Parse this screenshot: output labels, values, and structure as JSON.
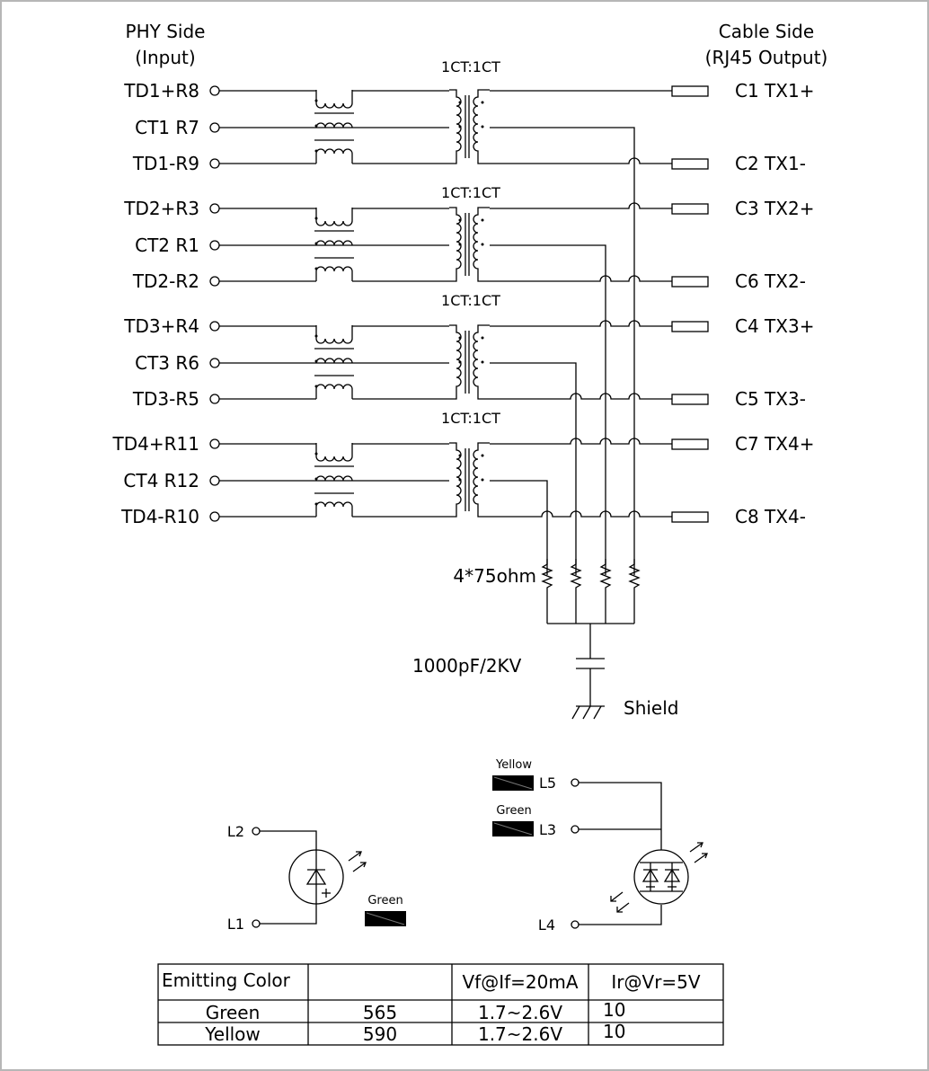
{
  "headers": {
    "phy_side": [
      "PHY Side",
      "(Input)"
    ],
    "cable_side": [
      "Cable Side",
      "(RJ45 Output)"
    ]
  },
  "transformer_ratio": "1CT:1CT",
  "phy_pins": [
    "TD1+R8",
    "CT1 R7",
    "TD1-R9",
    "TD2+R3",
    "CT2 R1",
    "TD2-R2",
    "TD3+R4",
    "CT3 R6",
    "TD3-R5",
    "TD4+R11",
    "CT4 R12",
    "TD4-R10"
  ],
  "cable_pins": [
    "C1 TX1+",
    "C2 TX1-",
    "C3 TX2+",
    "C6 TX2-",
    "C4 TX3+",
    "C5 TX3-",
    "C7 TX4+",
    "C8 TX4-"
  ],
  "resistor_label": "4*75ohm",
  "capacitor_label": "1000pF/2KV",
  "shield_label": "Shield",
  "led_left": {
    "pin_top": "L2",
    "pin_bottom": "L1",
    "color_tag": "Green"
  },
  "led_right": {
    "pin_yellow": "L5",
    "pin_green": "L3",
    "pin_common": "L4",
    "tag_yellow": "Yellow",
    "tag_green": "Green"
  },
  "table": {
    "headers": [
      "Emitting Color",
      "",
      "Vf@If=20mA",
      "Ir@Vr=5V"
    ],
    "rows": [
      [
        "Green",
        "565",
        "1.7~2.6V",
        "10"
      ],
      [
        "Yellow",
        "590",
        "1.7~2.6V",
        "10"
      ]
    ]
  }
}
